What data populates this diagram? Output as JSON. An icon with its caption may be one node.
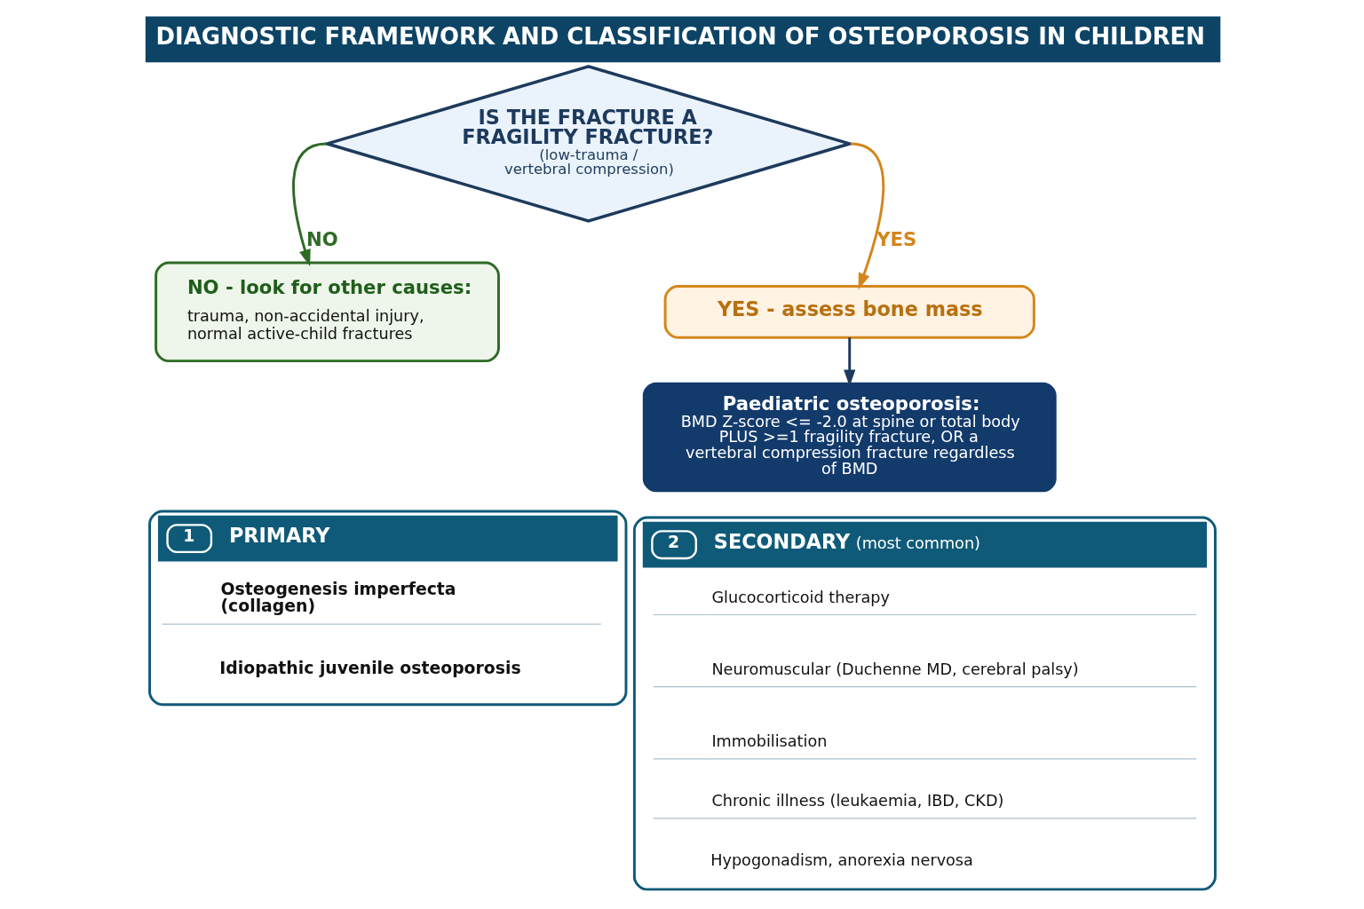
{
  "diagram": {
    "title": "DIAGNOSTIC FRAMEWORK AND CLASSIFICATION OF OSTEOPOROSIS IN CHILDREN",
    "nodes": [
      {
        "text": [
          "IS THE FRACTURE A FRAGILITY FRACTURE?",
          "(low-trauma / vertebral compression)"
        ]
      },
      {
        "text": [
          "NO - look for other causes:",
          "trauma, non-accidental injury, normal active-child fractures"
        ]
      },
      {
        "text": [
          "YES - assess bone mass"
        ]
      },
      {
        "text": [
          "Paediatric osteoporosis:",
          "BMD Z-score <= -2.0 at spine or total body PLUS >=1 fragility fracture, OR a vertebral compression fracture regardless of BMD"
        ]
      },
      {
        "text": [
          "1",
          "PRIMARY"
        ]
      },
      {
        "text": [
          "Osteogenesis imperfecta (collagen)"
        ],
        "in": 4
      },
      {
        "text": [
          "Idiopathic juvenile osteoporosis"
        ],
        "in": 4
      },
      {
        "text": [
          "2",
          "SECONDARY",
          "(most common)"
        ]
      },
      {
        "text": [
          "Glucocorticoid therapy"
        ],
        "in": 7
      },
      {
        "text": [
          "Neuromuscular (Duchenne MD, cerebral palsy)"
        ],
        "in": 7
      },
      {
        "text": [
          "Immobilisation"
        ],
        "in": 7
      },
      {
        "text": [
          "Chronic illness (leukaemia, IBD, CKD)"
        ],
        "in": 7
      },
      {
        "text": [
          "Hypogonadism, anorexia nervosa"
        ],
        "in": 7
      }
    ],
    "edges": [
      {
        "from": 0,
        "to": 1,
        "arrow": "to",
        "label": "NO",
        "color": "#2e6b25"
      },
      {
        "from": 0,
        "to": 2,
        "arrow": "to",
        "label": "YES",
        "color": "#d4861c"
      },
      {
        "from": 2,
        "to": 3,
        "arrow": "to",
        "color": "#1d3a5c"
      }
    ]
  }
}
